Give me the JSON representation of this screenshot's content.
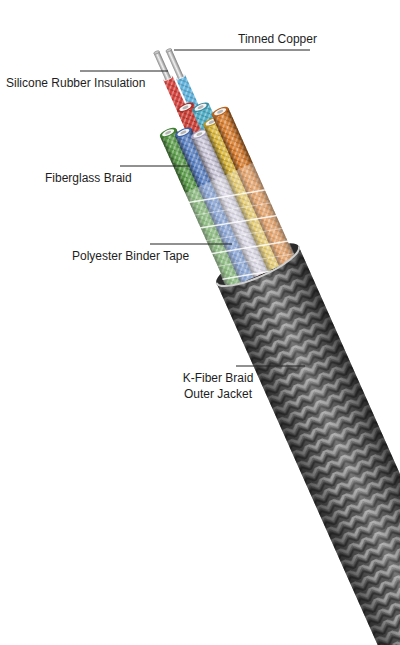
{
  "diagram": {
    "labels": [
      "Tinned Copper",
      "Silicone Rubber Insulation",
      "Fiberglass Braid",
      "Polyester Binder Tape",
      "K-Fiber Braid Outer Jacket"
    ]
  }
}
